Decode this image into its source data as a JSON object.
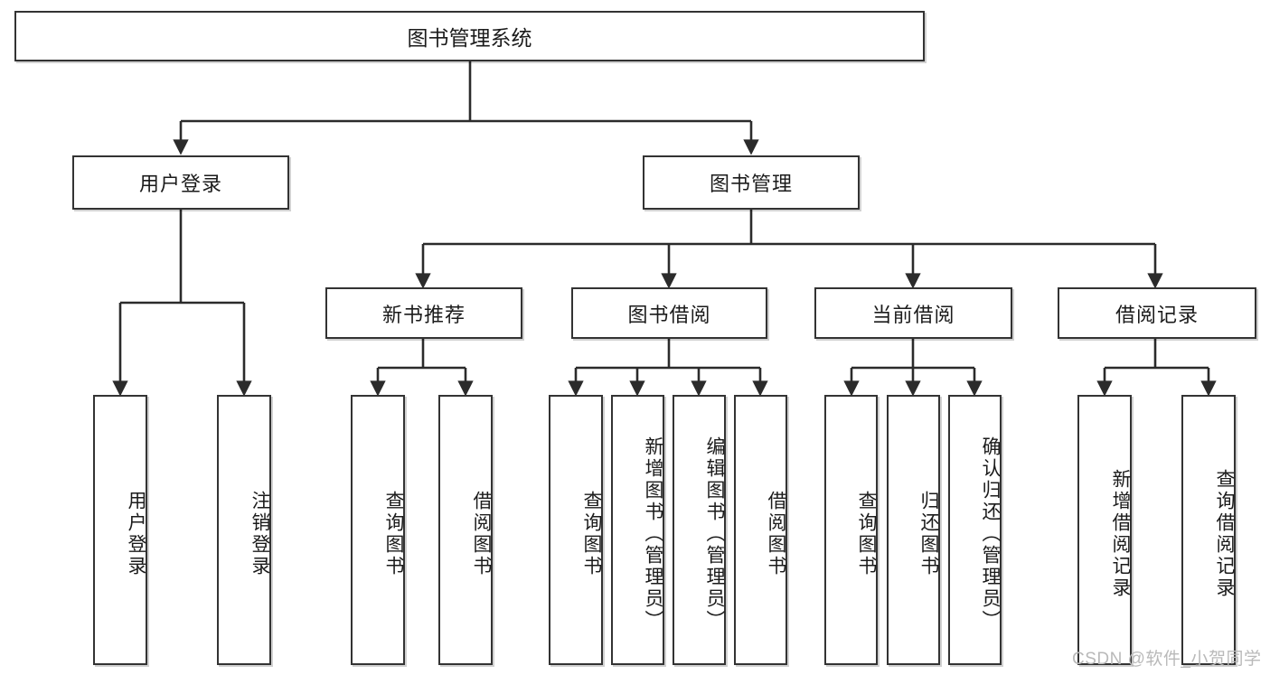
{
  "diagram": {
    "title": "图书管理系统",
    "orientation": "top-down tree",
    "root": {
      "label": "图书管理系统"
    },
    "level1": [
      {
        "id": "user-login",
        "label": "用户登录"
      },
      {
        "id": "book-management",
        "label": "图书管理"
      }
    ],
    "level2": [
      {
        "id": "new-book-recommend",
        "label": "新书推荐"
      },
      {
        "id": "book-borrow",
        "label": "图书借阅"
      },
      {
        "id": "current-borrow",
        "label": "当前借阅"
      },
      {
        "id": "borrow-record",
        "label": "借阅记录"
      }
    ],
    "leaves": {
      "user_login": [
        {
          "id": "leaf-user-login",
          "label": "用户登录"
        },
        {
          "id": "leaf-logout-login",
          "label": "注销登录"
        }
      ],
      "new_book_recommend": [
        {
          "id": "leaf-query-book-1",
          "label": "查询图书"
        },
        {
          "id": "leaf-borrow-book-1",
          "label": "借阅图书"
        }
      ],
      "book_borrow": [
        {
          "id": "leaf-query-book-2",
          "label": "查询图书"
        },
        {
          "id": "leaf-add-book",
          "label": "新增图书（管理员）"
        },
        {
          "id": "leaf-edit-book",
          "label": "编辑图书（管理员）"
        },
        {
          "id": "leaf-borrow-book-2",
          "label": "借阅图书"
        }
      ],
      "current_borrow": [
        {
          "id": "leaf-query-book-3",
          "label": "查询图书"
        },
        {
          "id": "leaf-return-book",
          "label": "归还图书"
        },
        {
          "id": "leaf-confirm-return",
          "label": "确认归还（管理员）"
        }
      ],
      "borrow_record": [
        {
          "id": "leaf-add-record",
          "label": "新增借阅记录"
        },
        {
          "id": "leaf-query-record",
          "label": "查询借阅记录"
        }
      ]
    }
  },
  "watermark": {
    "text": "CSDN @软件_小贺同学"
  },
  "colors": {
    "stroke": "#333333",
    "fill": "#ffffff",
    "text": "#1b1b1b",
    "watermark": "#b9b9b9"
  }
}
